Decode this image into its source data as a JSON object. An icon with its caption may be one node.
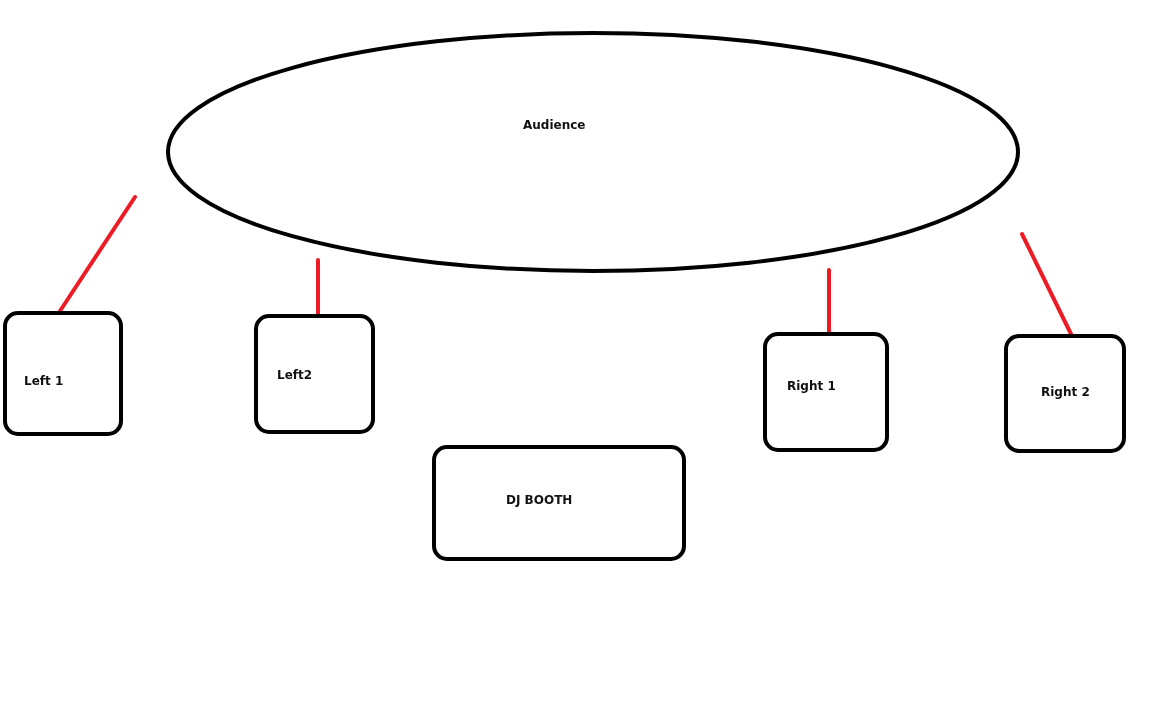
{
  "diagram": {
    "nodes": [
      {
        "text": [
          "Audience"
        ]
      },
      {
        "text": [
          "Left 1"
        ]
      },
      {
        "text": [
          "Left2"
        ]
      },
      {
        "text": [
          "Right 1"
        ]
      },
      {
        "text": [
          "Right 2"
        ]
      },
      {
        "text": [
          "DJ BOOTH"
        ]
      }
    ],
    "edges": [
      {
        "from": 1,
        "to": null,
        "arrow": "none"
      },
      {
        "from": 2,
        "to": null,
        "arrow": "none"
      },
      {
        "from": 3,
        "to": null,
        "arrow": "none"
      },
      {
        "from": 4,
        "to": null,
        "arrow": "none"
      }
    ]
  }
}
